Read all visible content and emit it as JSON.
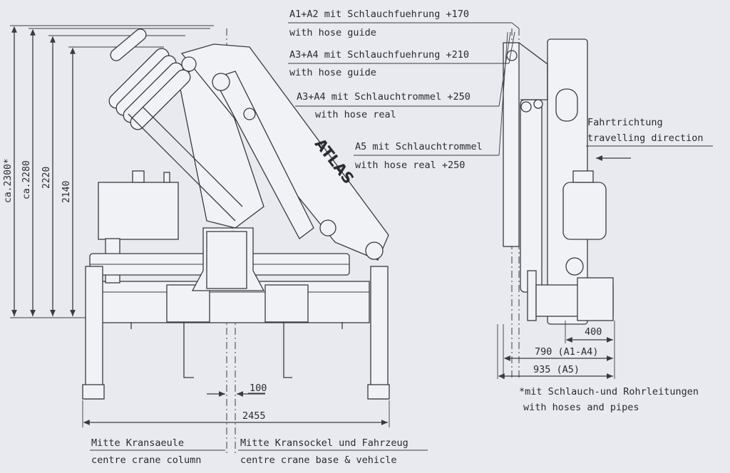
{
  "dimensions_left": {
    "d2300": "ca.2300*",
    "d2280": "ca.2280",
    "d2220": "2220",
    "d2140": "2140"
  },
  "brand": "ATLAS",
  "callouts": {
    "a1a2_de": "A1+A2 mit Schlauchfuehrung +170",
    "a1a2_en": "with hose guide",
    "a3a4_de": "A3+A4 mit Schlauchfuehrung +210",
    "a3a4_en": "with hose guide",
    "a3a4r_de": "A3+A4 mit Schlauchtrommel +250",
    "a3a4r_en": "with hose real",
    "a5_de": "A5 mit Schlauchtrommel",
    "a5_en": "with hose real +250"
  },
  "direction": {
    "de": "Fahrtrichtung",
    "en": "travelling direction"
  },
  "dims_bottom": {
    "d100": "100",
    "d2455": "2455",
    "d400": "400",
    "d790": "790 (A1-A4)",
    "d935": "935 (A5)"
  },
  "footnote": {
    "de": "*mit Schlauch-und Rohrleitungen",
    "en": "with hoses and pipes"
  },
  "labels": {
    "column_de": "Mitte Kransaeule",
    "column_en": "centre crane column",
    "base_de": "Mitte Kransockel und Fahrzeug",
    "base_en": "centre crane base & vehicle"
  }
}
